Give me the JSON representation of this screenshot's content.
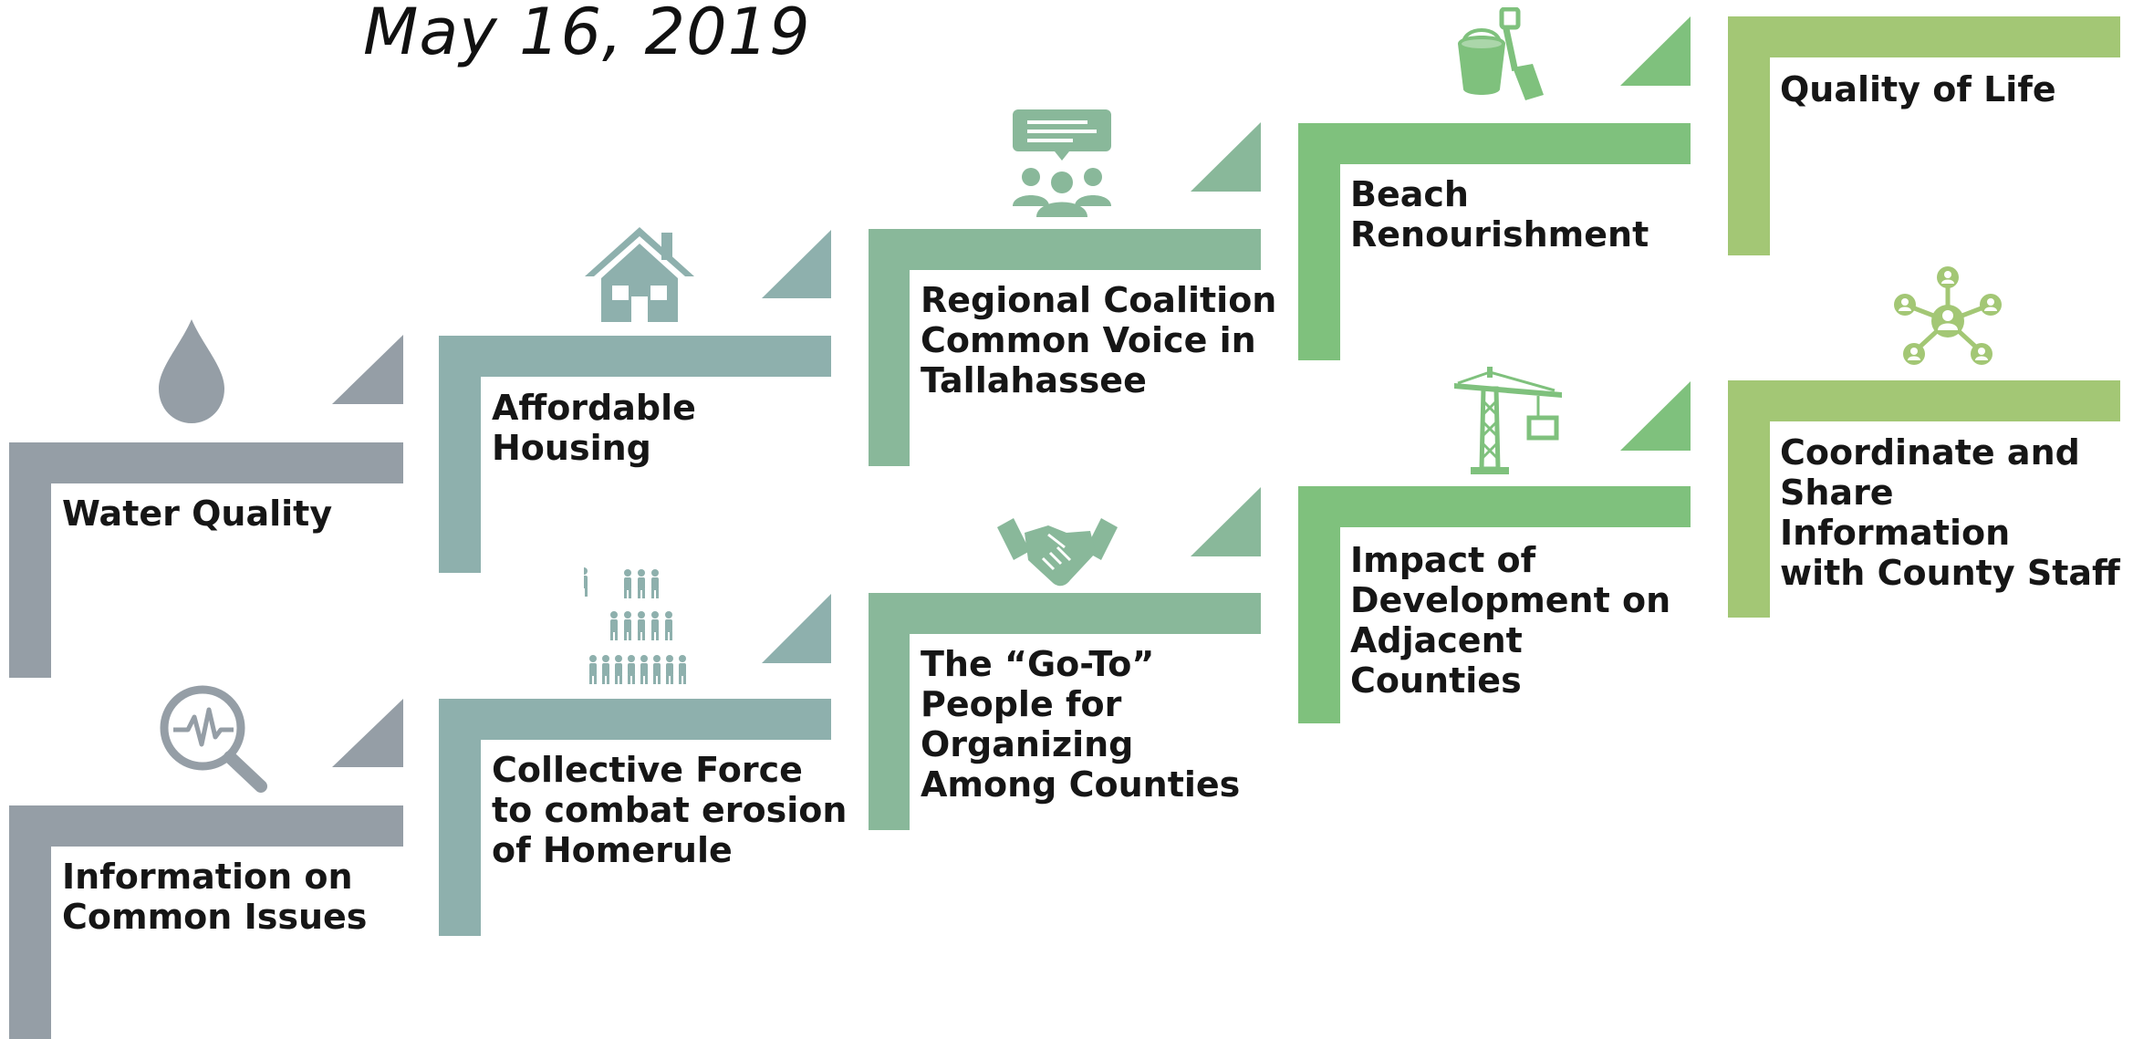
{
  "header": {
    "date": "May 16, 2019"
  },
  "colors": {
    "gray": "#959ea6",
    "teal": "#8eb0ad",
    "sage": "#89b89a",
    "green": "#7fc17d",
    "lime": "#a3c775"
  },
  "steps": {
    "water_quality": {
      "label": "Water Quality",
      "icon": "water-drop-icon"
    },
    "information_common_issues": {
      "label": "Information on\nCommon Issues",
      "icon": "magnifier-pulse-icon"
    },
    "affordable_housing": {
      "label": "Affordable\nHousing",
      "icon": "house-icon"
    },
    "collective_force": {
      "label": "Collective Force\nto combat erosion\nof Homerule",
      "icon": "people-pyramid-icon"
    },
    "regional_coalition": {
      "label": "Regional Coalition\nCommon Voice in\nTallahassee",
      "icon": "group-discussion-icon"
    },
    "go_to_people": {
      "label": "The “Go-To”\nPeople for\nOrganizing\nAmong Counties",
      "icon": "handshake-icon"
    },
    "beach_renourishment": {
      "label": "Beach\nRenourishment",
      "icon": "bucket-shovel-icon"
    },
    "impact_development": {
      "label": "Impact of\nDevelopment on\nAdjacent\nCounties",
      "icon": "crane-icon"
    },
    "quality_of_life": {
      "label": "Quality of Life",
      "icon": ""
    },
    "coordinate_share": {
      "label": "Coordinate and\nShare Information\nwith County Staff",
      "icon": "network-people-icon"
    }
  }
}
